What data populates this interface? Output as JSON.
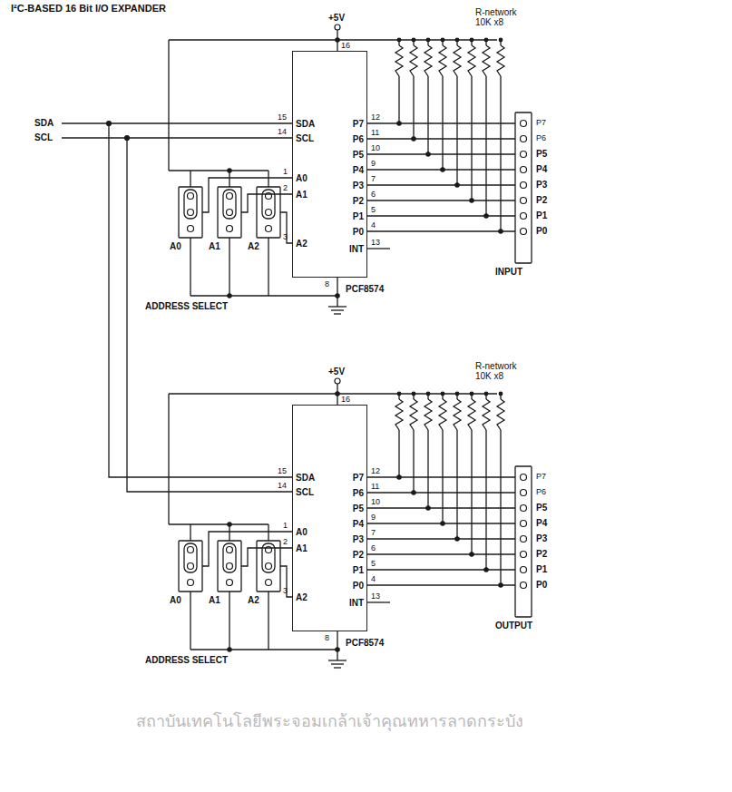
{
  "diagram": {
    "title": "I²C-BASED 16 Bit I/O EXPANDER",
    "nodes": [
      {
        "text": [
          "SDA",
          "SCL",
          "A0",
          "A1",
          "A2",
          "P7",
          "P6",
          "P5",
          "P4",
          "P3",
          "P2",
          "P1",
          "P0",
          "INT",
          "PCF8574"
        ]
      },
      {
        "text": [
          "SDA",
          "SCL",
          "A0",
          "A1",
          "A2",
          "P7",
          "P6",
          "P5",
          "P4",
          "P3",
          "P2",
          "P1",
          "P0",
          "INT",
          "PCF8574"
        ]
      }
    ],
    "edges": [
      {
        "from": 0,
        "to": 1,
        "arrow": "none"
      },
      {
        "from": 0,
        "to": 1,
        "arrow": "none"
      }
    ],
    "labels": [
      "SDA",
      "SCL",
      "+5V",
      "R-network 10K x8",
      "16",
      "15",
      "14",
      "1",
      "2",
      "3",
      "8",
      "12",
      "11",
      "10",
      "9",
      "7",
      "6",
      "5",
      "4",
      "13",
      "P7",
      "P6",
      "P5",
      "P4",
      "P3",
      "P2",
      "P1",
      "P0",
      "INPUT",
      "A0",
      "A1",
      "A2",
      "ADDRESS SELECT",
      "+5V",
      "R-network 10K x8",
      "16",
      "15",
      "14",
      "1",
      "2",
      "3",
      "8",
      "12",
      "11",
      "10",
      "9",
      "7",
      "6",
      "5",
      "4",
      "13",
      "P7",
      "P6",
      "P5",
      "P4",
      "P3",
      "P2",
      "P1",
      "P0",
      "OUTPUT",
      "A0",
      "A1",
      "A2",
      "ADDRESS SELECT",
      "สถาบันเทคโนโลยีพระจอมเกล้าเจ้าคุณทหารลาดกระบัง"
    ]
  }
}
